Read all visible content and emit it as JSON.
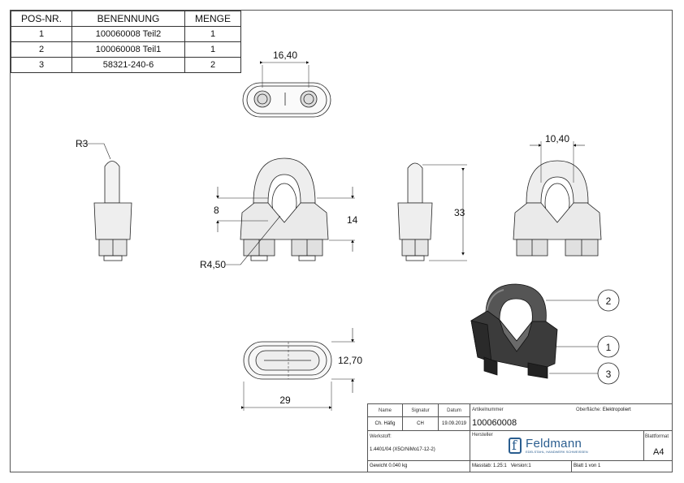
{
  "bom": {
    "headers": [
      "POS-NR.",
      "BENENNUNG",
      "MENGE"
    ],
    "rows": [
      {
        "pos": "1",
        "name": "100060008 Teil2",
        "qty": "1"
      },
      {
        "pos": "2",
        "name": "100060008 Teil1",
        "qty": "1"
      },
      {
        "pos": "3",
        "name": "58321-240-6",
        "qty": "2"
      }
    ]
  },
  "dimensions": {
    "top_width": "16,40",
    "side_radius": "R3",
    "front_height_left": "8",
    "front_height_right": "14",
    "front_radius": "R4,50",
    "side_height": "33",
    "right_width": "10,40",
    "bottom_height": "12,70",
    "bottom_length": "29"
  },
  "balloons": [
    "2",
    "1",
    "3"
  ],
  "title_block": {
    "name_label": "Name",
    "signature_label": "Signatur",
    "date_label": "Datum",
    "name_value": "Ch. Häfig",
    "signature_value": "CH",
    "date_value": "19.09.2019",
    "article_label": "Artikelnummer",
    "article_value": "100060008",
    "surface_label": "Oberfläche:",
    "surface_value": "Elektropoliert",
    "material_label": "Werkstoff:",
    "material_value": "1.4401/04 (X5CrNiMo17-12-2)",
    "manufacturer_label": "Hersteller",
    "logo_name": "Feldmann",
    "logo_sub": "EDELSTAHL, HANDWERK SCHWEISSEN",
    "format_label": "Blattformat",
    "format_value": "A4",
    "weight": "Gewicht 0.040 kg",
    "scale": "Masstab: 1.25:1",
    "version": "Version:1",
    "sheet": "Blatt 1 von 1"
  }
}
